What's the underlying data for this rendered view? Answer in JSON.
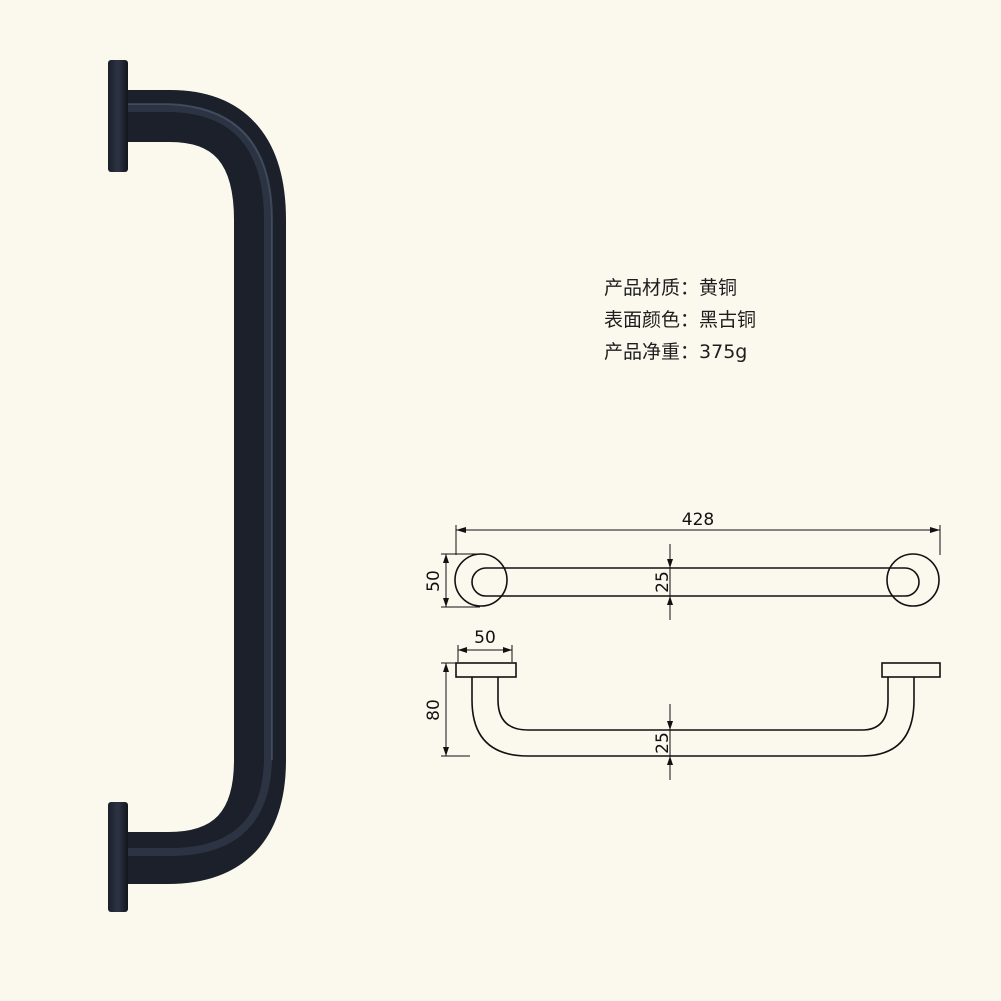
{
  "specs": [
    {
      "label": "产品材质",
      "separator": "：",
      "value": "黄铜"
    },
    {
      "label": "表面颜色",
      "separator": "：",
      "value": "黑古铜"
    },
    {
      "label": "产品净重",
      "separator": "：",
      "value": "375g"
    }
  ],
  "dimensions": {
    "top_view": {
      "length": "428",
      "flange_height": "50",
      "tube_diameter": "25"
    },
    "side_view": {
      "flange_width": "50",
      "depth": "80",
      "tube_diameter": "25"
    }
  },
  "colors": {
    "background": "#fbf8ee",
    "bar": "#1f2430",
    "line": "#111111"
  }
}
